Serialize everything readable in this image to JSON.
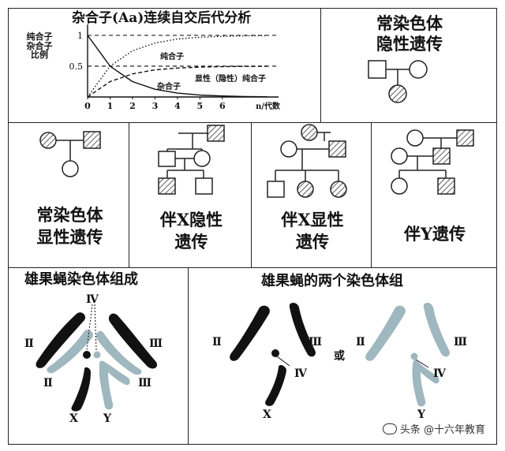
{
  "chart_data": {
    "type": "line",
    "title": "杂合子(Aa)连续自交后代分析",
    "ylabel": "纯合子杂合子比例",
    "xlabel": "n/代数",
    "x_ticks": [
      "0",
      "1",
      "2",
      "3",
      "4",
      "5",
      "6"
    ],
    "y_ticks": [
      "1",
      "0.5"
    ],
    "xlim": [
      0,
      8.5
    ],
    "ylim": [
      0,
      1.1
    ],
    "series": [
      {
        "name": "纯合子",
        "x": [
          0,
          1,
          2,
          3,
          4,
          5,
          6,
          7,
          8
        ],
        "values": [
          0,
          0.5,
          0.75,
          0.875,
          0.94,
          0.97,
          0.984,
          0.992,
          0.996
        ],
        "style": "dotted"
      },
      {
        "name": "显性（隐性）纯合子",
        "x": [
          0,
          1,
          2,
          3,
          4,
          5,
          6,
          7,
          8
        ],
        "values": [
          0,
          0.25,
          0.375,
          0.44,
          0.47,
          0.485,
          0.492,
          0.496,
          0.498
        ],
        "style": "dashed"
      },
      {
        "name": "杂合子",
        "x": [
          0,
          1,
          2,
          3,
          4,
          5,
          6,
          7,
          8
        ],
        "values": [
          1,
          0.5,
          0.25,
          0.125,
          0.0625,
          0.031,
          0.016,
          0.008,
          0.004
        ],
        "style": "solid"
      }
    ],
    "reference_lines": [
      1,
      0.5
    ]
  },
  "panels": {
    "ar": {
      "title_line1": "常染色体",
      "title_line2": "隐性遗传"
    },
    "ad": {
      "title_line1": "常染色体",
      "title_line2": "显性遗传"
    },
    "xr": {
      "title_line1": "伴X隐性",
      "title_line2": "遗传"
    },
    "xd": {
      "title_line1": "伴X显性",
      "title_line2": "遗传"
    },
    "yl": {
      "title": "伴Y遗传"
    },
    "fly1": {
      "title": "雄果蝇染色体组成",
      "labels": {
        "IV": "Ⅳ",
        "II_a": "Ⅱ",
        "III_a": "Ⅲ",
        "II_b": "Ⅱ",
        "III_b": "Ⅲ",
        "X": "X",
        "Y": "Y"
      }
    },
    "fly2": {
      "title": "雄果蝇的两个染色体组",
      "labels": {
        "II_a": "Ⅱ",
        "III_a": "Ⅲ",
        "IV_a": "Ⅳ",
        "X": "X",
        "or": "或",
        "II_b": "Ⅱ",
        "III_b": "Ⅲ",
        "IV_b": "Ⅳ",
        "Y": "Y"
      }
    }
  },
  "colors": {
    "chromosome_dark": "#111111",
    "chromosome_light": "#9fb7bf",
    "hatch": "#333333"
  },
  "watermark": {
    "text": "头条 @十六年教育"
  }
}
